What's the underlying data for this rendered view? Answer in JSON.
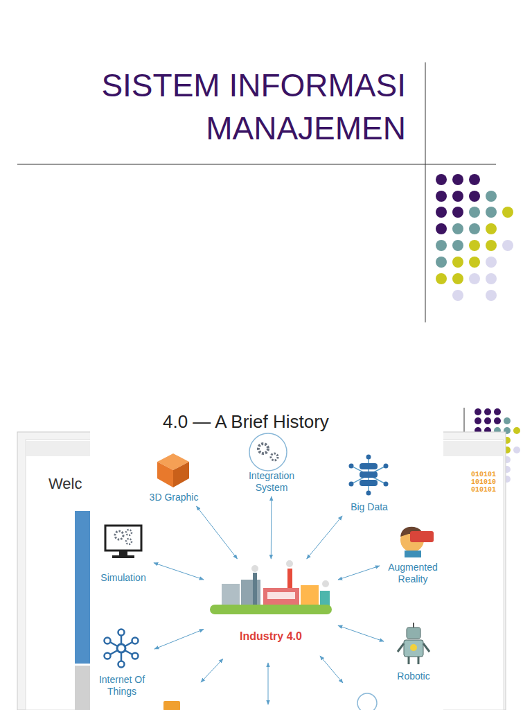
{
  "diagram": {
    "title": "SISTEM INFORMASI MANAJEMEN",
    "nodes": [
      {
        "text": [
          "Integration System"
        ]
      },
      {
        "text": [
          "3D Graphic"
        ]
      },
      {
        "text": [
          "Big Data"
        ]
      },
      {
        "text": [
          "Simulation"
        ]
      },
      {
        "text": [
          "Augmented Reality"
        ]
      },
      {
        "text": [
          "Industry 4.0"
        ]
      },
      {
        "text": [
          "Internet Of Things"
        ]
      },
      {
        "text": [
          "Robotic"
        ]
      }
    ],
    "edges": [
      {
        "from": 5,
        "to": 0,
        "arrow": "both"
      },
      {
        "from": 5,
        "to": 1,
        "arrow": "both"
      },
      {
        "from": 5,
        "to": 2,
        "arrow": "both"
      },
      {
        "from": 5,
        "to": 3,
        "arrow": "both"
      },
      {
        "from": 5,
        "to": 4,
        "arrow": "both"
      },
      {
        "from": 5,
        "to": 6,
        "arrow": "both"
      },
      {
        "from": 5,
        "to": 7,
        "arrow": "both"
      }
    ],
    "labels": [
      "4.0 — A Brief History",
      "Welc",
      "010101",
      "101010",
      "010101"
    ]
  }
}
